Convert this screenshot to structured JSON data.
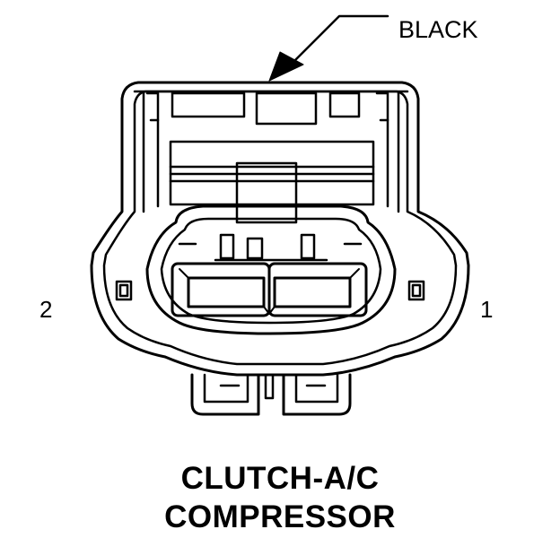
{
  "connector": {
    "color_label": "BLACK",
    "pin_left": "2",
    "pin_right": "1",
    "title_line1": "CLUTCH-A/C",
    "title_line2": "COMPRESSOR"
  },
  "colors": {
    "line": "#000000",
    "background": "#ffffff"
  }
}
